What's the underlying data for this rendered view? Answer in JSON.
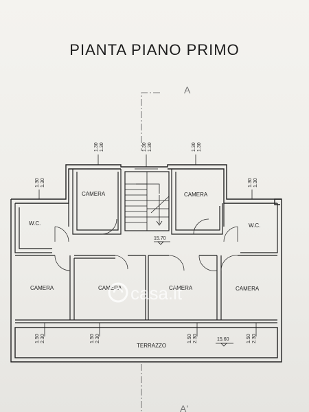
{
  "title": "PIANTA PIANO PRIMO",
  "section_marks": {
    "top": "A",
    "bottom": "A'"
  },
  "rooms": {
    "camera_1": "CAMERA",
    "camera_2": "CAMERA",
    "wc_left": "W.C.",
    "wc_right": "W.C.",
    "camera_3": "CAMERA",
    "camera_4": "CAMERA",
    "camera_5": "CAMERA",
    "camera_6": "CAMERA",
    "terrazzo": "TERRAZZO"
  },
  "levels": {
    "stair_landing": "15.70",
    "terrace": "15.60"
  },
  "window_dims": {
    "width": "1.30",
    "height": "1.30",
    "terrace_width": "1.50",
    "terrace_height": "2.30"
  },
  "watermark": "casa.it"
}
